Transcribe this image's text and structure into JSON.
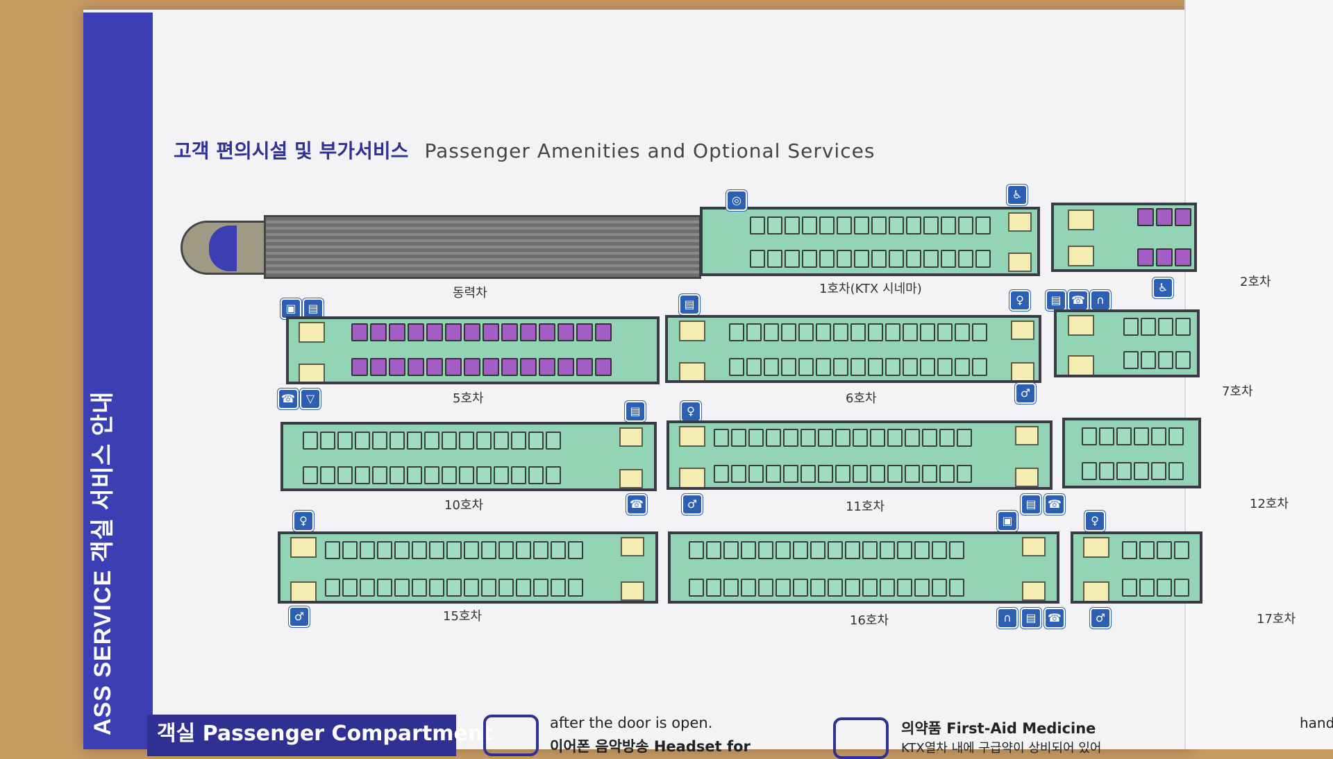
{
  "spine": {
    "text": "ASS SERVICE  객실 서비스 안내"
  },
  "heading": {
    "korean": "고객 편의시설 및 부가서비스",
    "english": "Passenger Amenities and Optional Services"
  },
  "cars": {
    "power": "동력차",
    "c1": "1호차(KTX 시네마)",
    "c2": "2호차",
    "c5": "5호차",
    "c6": "6호차",
    "c7": "7호차",
    "c10": "10호차",
    "c11": "11호차",
    "c12": "12호차",
    "c15": "15호차",
    "c16": "16호차",
    "c17": "17호차"
  },
  "footer": {
    "compartment": "객실 Passenger Compartment",
    "door_text": "after the door is open.",
    "headset": "이어폰 음악방송 Headset for",
    "medicine": "의약품  First-Aid Medicine",
    "medicine_sub": "KTX열차 내에 구급약이 상비되어 있어",
    "right_edge": "handi"
  },
  "icons": {
    "restroom": "restroom-icon",
    "luggage": "luggage-icon",
    "wheelchair": "wheelchair-icon",
    "headphone": "headphone-icon",
    "phone": "phone-icon",
    "vending": "vending-icon",
    "cup": "cup-icon",
    "film": "film-reel-icon",
    "firstaid": "first-aid-icon"
  }
}
